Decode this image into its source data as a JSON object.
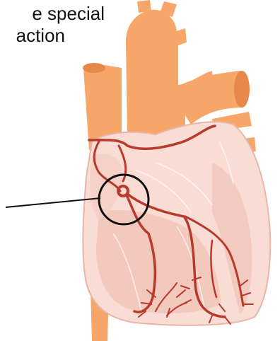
{
  "caption": {
    "line1": "e special",
    "line2": "action"
  },
  "colors": {
    "vessel": "#f7a66a",
    "vessel_dark": "#e6884a",
    "heart_fill": "#f9dcd4",
    "heart_shadow": "#f0c2b6",
    "artery": "#b83a2c",
    "outline": "#111111"
  },
  "diagram": {
    "subject": "heart-anatomy",
    "highlight": "circled-node",
    "pointer": "leader-line"
  }
}
